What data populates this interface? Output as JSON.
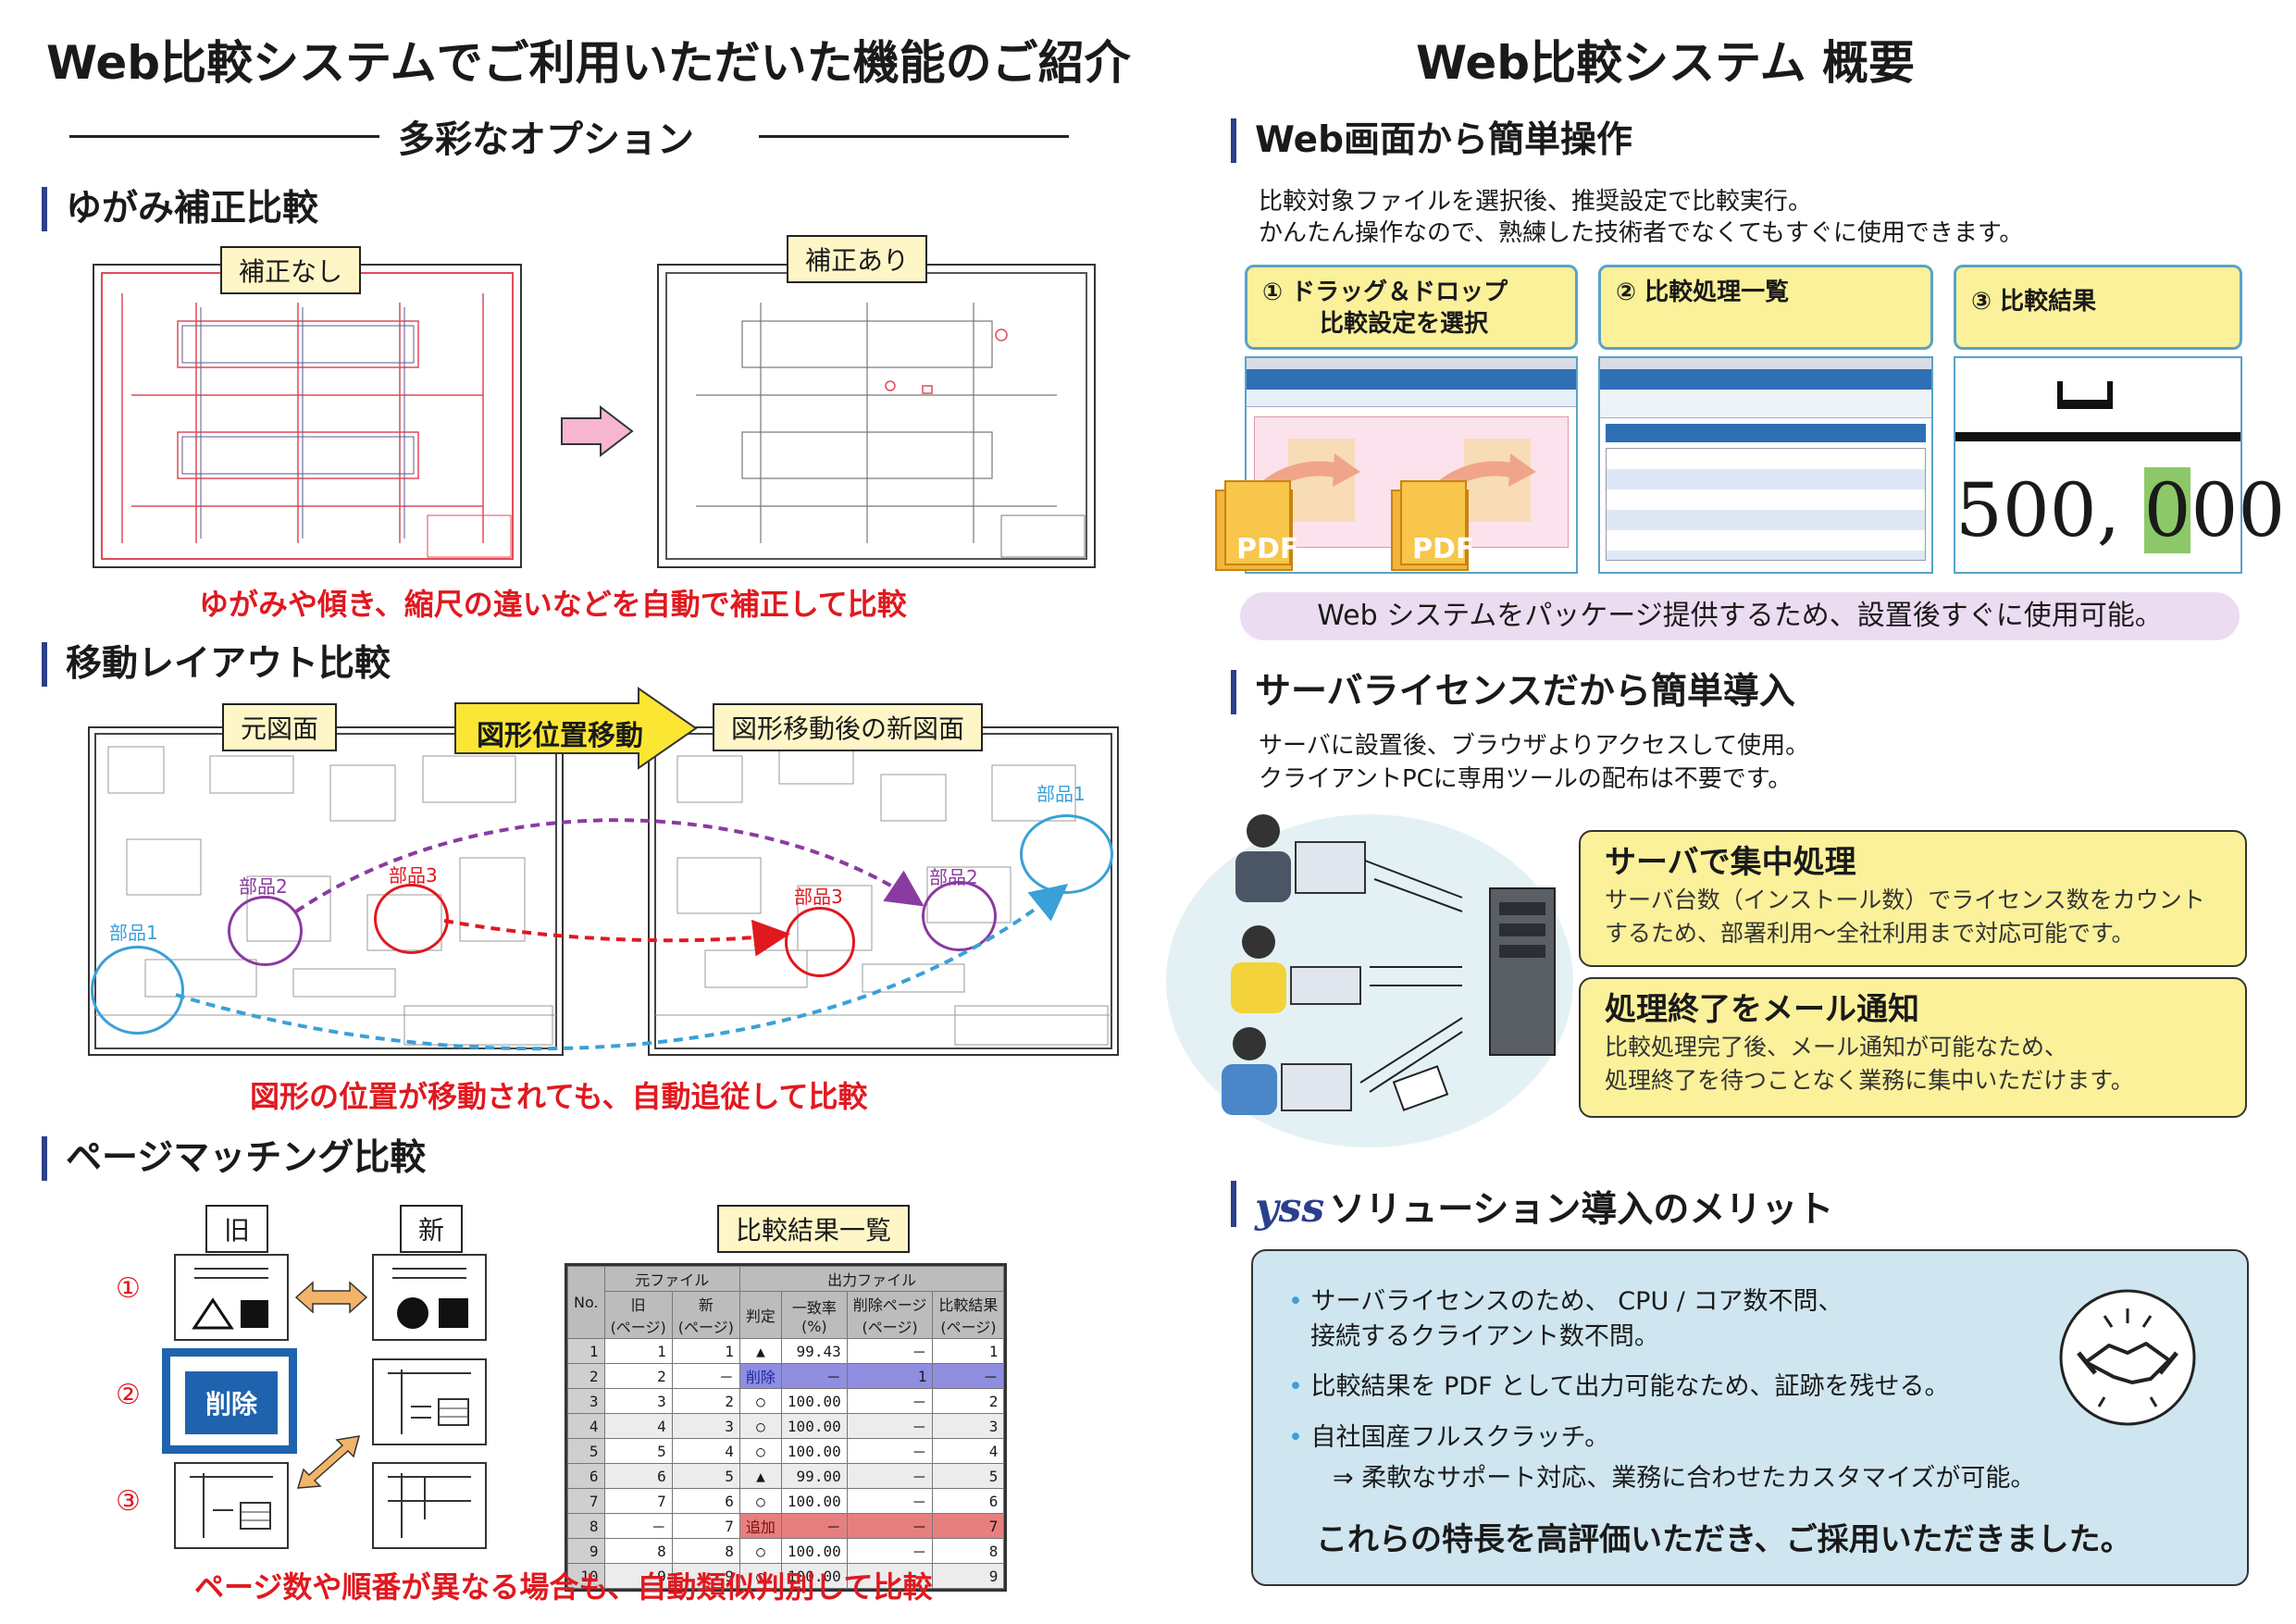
{
  "left": {
    "title": "Web比較システムでご利用いただいた機能のご紹介",
    "subtitle": "多彩なオプション",
    "warp": {
      "heading": "ゆがみ補正比較",
      "before_label": "補正なし",
      "after_label": "補正あり",
      "caption": "ゆがみや傾き、縮尺の違いなどを自動で補正して比較"
    },
    "layout": {
      "heading": "移動レイアウト比較",
      "orig_label": "元図面",
      "move_label": "図形位置移動",
      "new_label": "図形移動後の新図面",
      "part1": "部品1",
      "part2": "部品2",
      "part3": "部品3",
      "caption": "図形の位置が移動されても、自動追従して比較"
    },
    "page": {
      "heading": "ページマッチング比較",
      "old_label": "旧",
      "new_label": "新",
      "num1": "①",
      "num2": "②",
      "num3": "③",
      "delete_label": "削除",
      "result_title": "比較結果一覧",
      "caption": "ページ数や順番が異なる場合も、自動類似判別して比較",
      "table": {
        "h_no": "No.",
        "h_src": "元ファイル",
        "h_out": "出力ファイル",
        "h_old": "旧\n(ページ)",
        "h_new": "新\n(ページ)",
        "h_judge": "判定",
        "h_match": "一致率\n(%)",
        "h_delpage": "削除ページ\n(ページ)",
        "h_result": "比較結果\n(ページ)",
        "rows": [
          [
            "1",
            "1",
            "1",
            "▲",
            "99.43",
            "－",
            "1"
          ],
          [
            "2",
            "2",
            "－",
            "削除",
            "－",
            "1",
            "－"
          ],
          [
            "3",
            "3",
            "2",
            "○",
            "100.00",
            "－",
            "2"
          ],
          [
            "4",
            "4",
            "3",
            "○",
            "100.00",
            "－",
            "3"
          ],
          [
            "5",
            "5",
            "4",
            "○",
            "100.00",
            "－",
            "4"
          ],
          [
            "6",
            "6",
            "5",
            "▲",
            "99.00",
            "－",
            "5"
          ],
          [
            "7",
            "7",
            "6",
            "○",
            "100.00",
            "－",
            "6"
          ],
          [
            "8",
            "－",
            "7",
            "追加",
            "－",
            "－",
            "7"
          ],
          [
            "9",
            "8",
            "8",
            "○",
            "100.00",
            "－",
            "8"
          ],
          [
            "10",
            "9",
            "9",
            "○",
            "100.00",
            "－",
            "9"
          ]
        ]
      }
    }
  },
  "right": {
    "title": "Web比較システム 概要",
    "web": {
      "heading": "Web画面から簡単操作",
      "line1": "比較対象ファイルを選択後、推奨設定で比較実行。",
      "line2": "かんたん操作なので、熟練した技術者でなくてもすぐに使用できます。",
      "step1a": "① ドラッグ＆ドロップ",
      "step1b": "比較設定を選択",
      "step2": "② 比較処理一覧",
      "step3": "③ 比較結果",
      "result_value": "500, 000",
      "pdf": "PDF",
      "banner": "Web システムをパッケージ提供するため、設置後すぐに使用可能。"
    },
    "server": {
      "heading": "サーバライセンスだから簡単導入",
      "line1": "サーバに設置後、ブラウザよりアクセスして使用。",
      "line2": "クライアントPCに専用ツールの配布は不要です。",
      "box1_title": "サーバで集中処理",
      "box1_l1": "サーバ台数（インストール数）でライセンス数をカウント",
      "box1_l2": "するため、部署利用〜全社利用まで対応可能です。",
      "box2_title": "処理終了をメール通知",
      "box2_l1": "比較処理完了後、メール通知が可能なため、",
      "box2_l2": "処理終了を待つことなく業務に集中いただけます。"
    },
    "merit": {
      "brand": "yss",
      "heading": "ソリューション導入のメリット",
      "b1a": "サーバライセンスのため、 CPU / コア数不問、",
      "b1b": "接続するクライアント数不問。",
      "b2": "比較結果を PDF として出力可能なため、証跡を残せる。",
      "b3a": "自社国産フルスクラッチ。",
      "b3b": "⇒ 柔軟なサポート対応、業務に合わせたカスタマイズが可能。",
      "closing": "これらの特長を高評価いただき、ご採用いただきました。"
    },
    "colors": {
      "accent_navy": "#2c3f8c",
      "red": "#e0191f",
      "yellow": "#fbf19a",
      "lightblue": "#cfe6f0"
    }
  }
}
